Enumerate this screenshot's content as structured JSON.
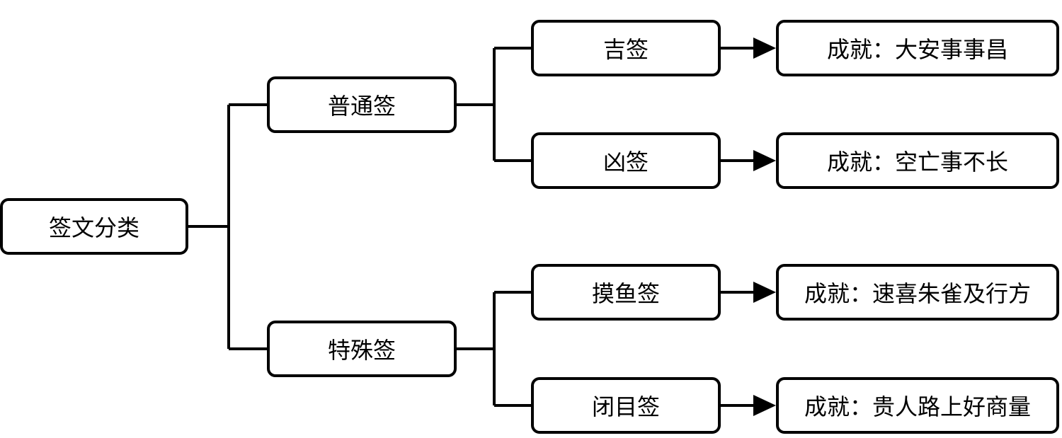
{
  "root": {
    "label": "签文分类"
  },
  "categories": [
    {
      "label": "普通签",
      "items": [
        {
          "label": "吉签",
          "result": "成就：大安事事昌"
        },
        {
          "label": "凶签",
          "result": "成就：空亡事不长"
        }
      ]
    },
    {
      "label": "特殊签",
      "items": [
        {
          "label": "摸鱼签",
          "result": "成就：速喜朱雀及行方"
        },
        {
          "label": "闭目签",
          "result": "成就：贵人路上好商量"
        }
      ]
    }
  ],
  "colors": {
    "stroke": "#000000",
    "box_fill": "#ffffff",
    "text": "#000000"
  }
}
